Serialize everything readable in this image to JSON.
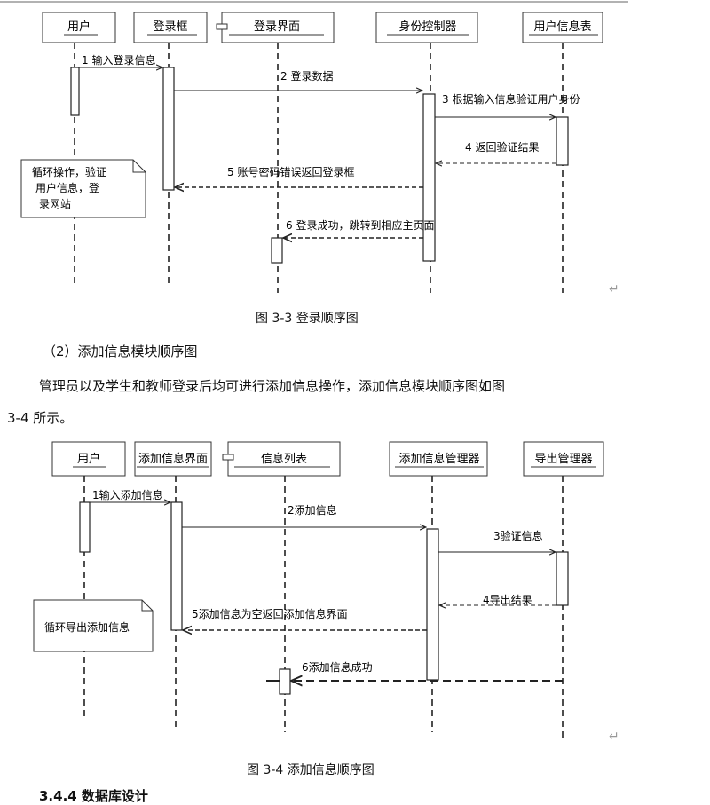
{
  "diagram1": {
    "participants": [
      "用户",
      "登录框",
      "登录界面",
      "身份控制器",
      "用户信息表"
    ],
    "messages": [
      "1 输入登录信息",
      "2 登录数据",
      "3 根据输入信息验证用户身份",
      "4 返回验证结果",
      "5 账号密码错误返回登录框",
      "6 登录成功，跳转到相应主页面"
    ],
    "note": [
      "循环操作，验证",
      "用户信息，登",
      "录网站"
    ],
    "caption": "图 3-3 登录顺序图"
  },
  "section": {
    "heading": "（2）添加信息模块顺序图",
    "para_line1": "管理员以及学生和教师登录后均可进行添加信息操作，添加信息模块顺序图如图",
    "para_line2": "3-4 所示。"
  },
  "diagram2": {
    "participants": [
      "用户",
      "添加信息界面",
      "信息列表",
      "添加信息管理器",
      "导出管理器"
    ],
    "messages": [
      "1输入添加信息",
      "2添加信息",
      "3验证信息",
      "4导出结果",
      "5添加信息为空返回添加信息界面",
      "6添加信息成功"
    ],
    "note": [
      "循环导出添加信息"
    ],
    "caption": "图 3-4 添加信息顺序图"
  },
  "bottom_partial": "3.4.4 数据库设计",
  "return_mark": "↵"
}
